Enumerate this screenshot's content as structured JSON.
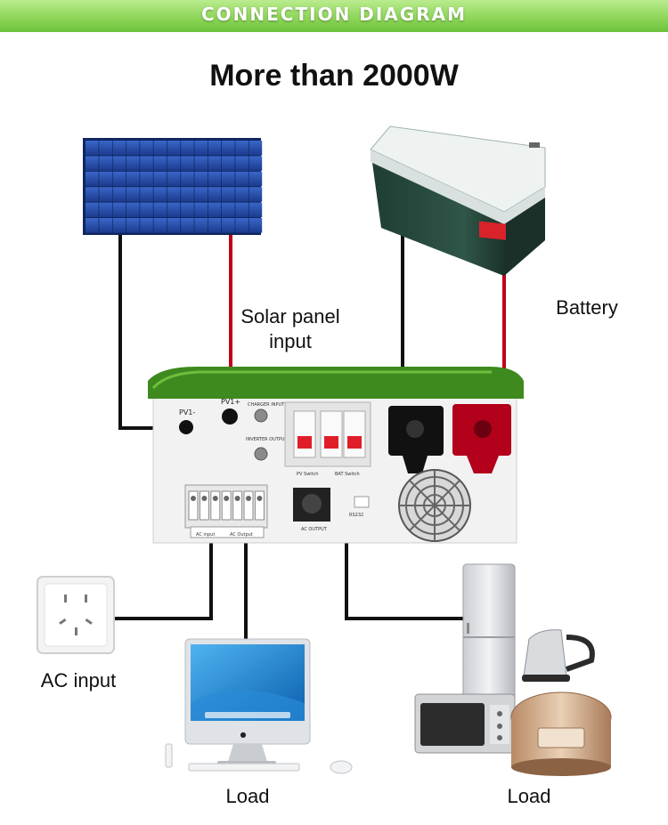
{
  "banner": {
    "title": "CONNECTION DIAGRAM"
  },
  "headline": "More than 2000W",
  "labels": {
    "solar_line1": "Solar panel",
    "solar_line2": "input",
    "battery": "Battery",
    "ac_input": "AC input",
    "load_left": "Load",
    "load_right": "Load"
  },
  "inverter": {
    "pv_minus": "PV1-",
    "pv_plus": "PV1+",
    "charger_protect": "CHARGER INPUT PROTECT",
    "inverter_protect": "INVERTER OUTPUT PROTECT",
    "pv_switch": "PV Switch",
    "bat_switch": "BAT Switch",
    "ac_input_terminal": "AC input",
    "ac_output_terminal": "AC Output",
    "ac_output_socket": "AC OUTPUT",
    "rs232": "RS232"
  },
  "colors": {
    "banner_green": "#8fd65a",
    "inverter_lid": "#3e8a1e",
    "wire_red": "#c0001a",
    "wire_black": "#111111",
    "solar_blue": "#1e3f8f",
    "battery_green": "#2a4a3e"
  }
}
